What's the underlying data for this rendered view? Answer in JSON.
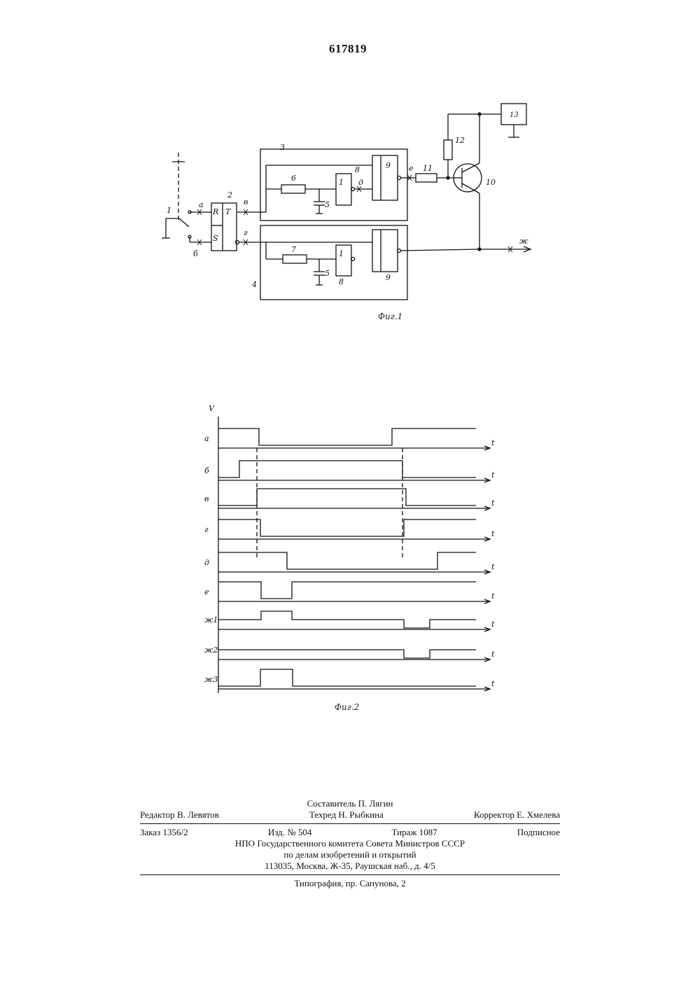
{
  "patent_number": "617819",
  "fig1": {
    "caption": "Фиг.1",
    "labels": {
      "switch": "1",
      "trigger": "2",
      "block_top": "3",
      "block_bottom": "4",
      "cap_top": "5",
      "cap_bottom": "5",
      "res_top": "6",
      "res_bottom": "7",
      "inv_top_num": "1",
      "inv_top_8": "8",
      "inv_bot_num": "1",
      "inv_bot_8": "8",
      "gate_top": "9",
      "gate_bottom": "9",
      "transistor": "10",
      "res_11": "11",
      "res_12": "12",
      "box_13": "13",
      "ff_R": "R",
      "ff_S": "S",
      "ff_T": "T",
      "pt_a": "а",
      "pt_b": "б",
      "pt_v": "в",
      "pt_g": "г",
      "pt_d": "д",
      "pt_e": "е",
      "pt_zh": "ж"
    }
  },
  "fig2": {
    "caption": "Фиг.2",
    "axis_v": "V",
    "axis_t": "t",
    "trace_labels": [
      "а",
      "б",
      "в",
      "г",
      "д",
      "е",
      "ж1",
      "ж2",
      "ж3"
    ]
  },
  "colophon": {
    "compiler": "Составитель П. Лягин",
    "editor": "Редактор В. Левятов",
    "techred": "Техред Н. Рыбкина",
    "corrector": "Корректор Е. Хмелева",
    "order": "Заказ 1356/2",
    "izd": "Изд. № 504",
    "tirazh": "Тираж 1087",
    "podpisnoe": "Подписное",
    "npo_1": "НПО Государственного комитета Совета Министров СССР",
    "npo_2": "по делам изобретений и открытий",
    "npo_3": "113035, Москва, Ж-35, Раушская наб., д. 4/5",
    "typography": "Типография, пр. Сапунова, 2"
  }
}
